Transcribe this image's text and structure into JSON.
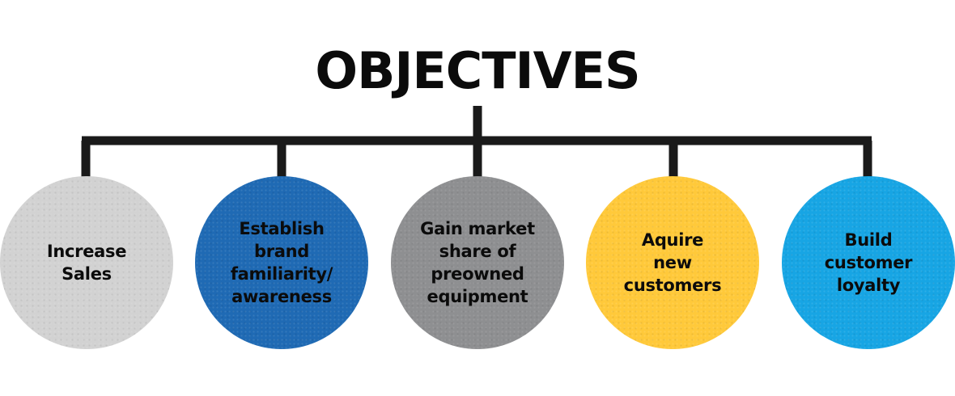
{
  "title": "OBJECTIVES",
  "colors": {
    "connector": "#1a1a1a",
    "text": "#0b0b0b",
    "background": "#ffffff"
  },
  "objectives": [
    {
      "label": "Increase\nSales",
      "color": "#d2d2d2"
    },
    {
      "label": "Establish\nbrand\nfamiliarity/\nawareness",
      "color": "#1f6ab4"
    },
    {
      "label": "Gain market\nshare of\npreowned\nequipment",
      "color": "#8e8f91"
    },
    {
      "label": "Aquire\nnew\ncustomers",
      "color": "#ffc93a"
    },
    {
      "label": "Build\ncustomer\nloyalty",
      "color": "#17a5e4"
    }
  ]
}
